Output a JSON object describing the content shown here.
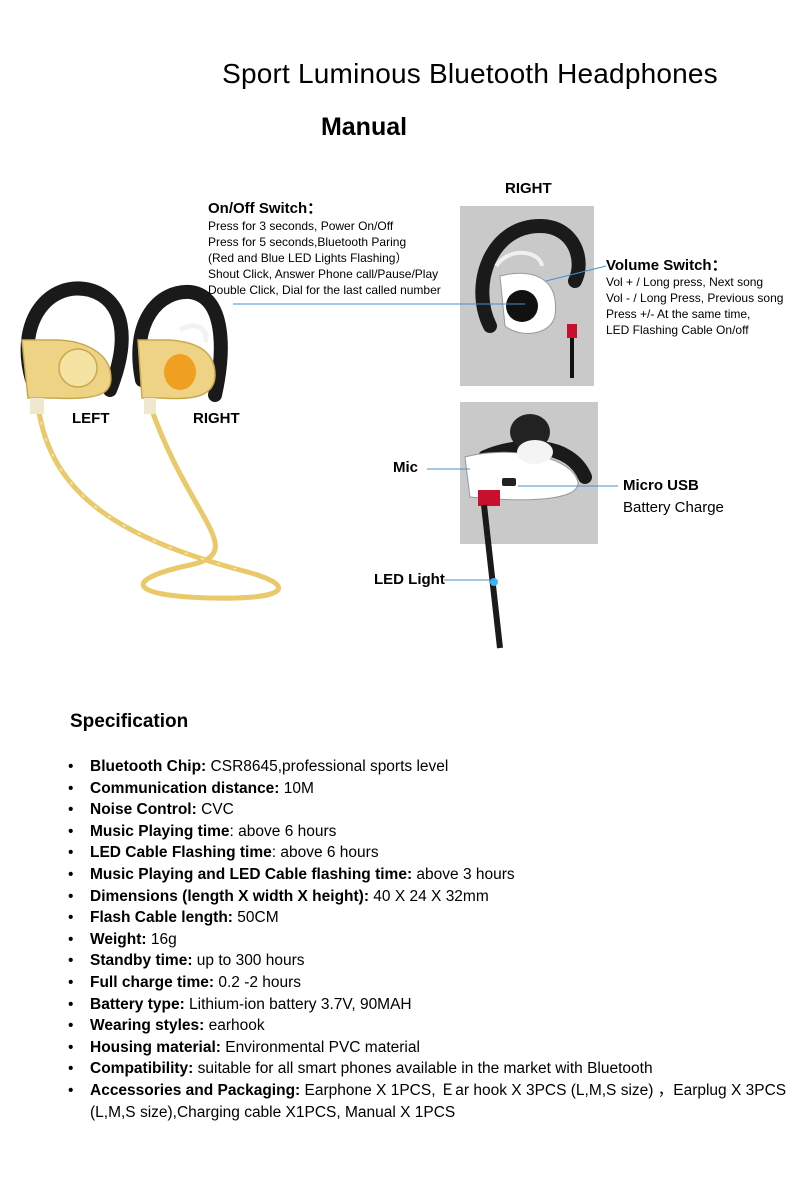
{
  "header": {
    "title": "Sport Luminous Bluetooth Headphones",
    "subtitle": "Manual"
  },
  "diagram": {
    "onoff": {
      "title": "On/Off Switch：",
      "lines": [
        "Press for 3 seconds, Power On/Off",
        "Press for 5 seconds,Bluetooth Paring",
        "(Red and  Blue LED Lights  Flashing）",
        "Shout Click, Answer Phone call/Pause/Play",
        "Double Click, Dial for the last called number"
      ]
    },
    "right_top_label": "RIGHT",
    "volume": {
      "title": "Volume Switch：",
      "lines": [
        "Vol +  /  Long press, Next song",
        "Vol  -  / Long Press, Previous song",
        "Press +/- At the same time,",
        "LED Flashing Cable On/off"
      ]
    },
    "left_label": "LEFT",
    "right_label": "RIGHT",
    "mic_label": "Mic",
    "usb_label": "Micro USB",
    "usb_sub": "Battery Charge",
    "led_label": "LED Light"
  },
  "spec": {
    "heading": "Specification",
    "bullet": "•",
    "items": [
      {
        "label": "Bluetooth Chip:",
        "value": " CSR8645,professional sports level"
      },
      {
        "label": "Communication distance:",
        "value": " 10M"
      },
      {
        "label": "Noise Control:",
        "value": " CVC"
      },
      {
        "label": "Music Playing time",
        "value": ":  above 6 hours"
      },
      {
        "label": "LED Cable Flashing time",
        "value": ": above 6 hours"
      },
      {
        "label": "Music Playing and LED Cable flashing time:",
        "value": " above 3 hours"
      },
      {
        "label": "Dimensions (length X width X height):",
        "value": " 40 X 24 X 32mm"
      },
      {
        "label": "Flash Cable length:",
        "value": " 50CM"
      },
      {
        "label": "Weight:",
        "value": " 16g"
      },
      {
        "label": "Standby time:",
        "value": " up to 300 hours"
      },
      {
        "label": "Full charge time:",
        "value": " 0.2 -2 hours"
      },
      {
        "label": "Battery type:",
        "value": " Lithium-ion battery 3.7V, 90MAH"
      },
      {
        "label": "Wearing styles:",
        "value": " earhook"
      },
      {
        "label": "Housing material:",
        "value": " Environmental PVC material"
      },
      {
        "label": "Compatibility:",
        "value": " suitable for all smart phones available in the market with Bluetooth"
      },
      {
        "label": "Accessories and Packaging:",
        "value": "  Earphone X 1PCS, Ｅar hook X 3PCS (L,M,S size) ，Earplug X 3PCS (L,M,S size),Charging cable X1PCS, Manual X 1PCS"
      }
    ]
  },
  "colors": {
    "cable_gold": "#e9c96a",
    "body_gold": "#eed385",
    "earhook_black": "#1a1a1a",
    "tip_orange": "#f0a020",
    "callout_line": "#4a90c8",
    "photo_bg": "#c9c9c9",
    "usb_red": "#c8102e",
    "led_blue": "#39b5ff"
  },
  "icons": {
    "headset_photo": "gold-headset-photo",
    "right_earbud_photo": "right-earbud-photo",
    "mic_usb_photo": "mic-usb-photo"
  }
}
